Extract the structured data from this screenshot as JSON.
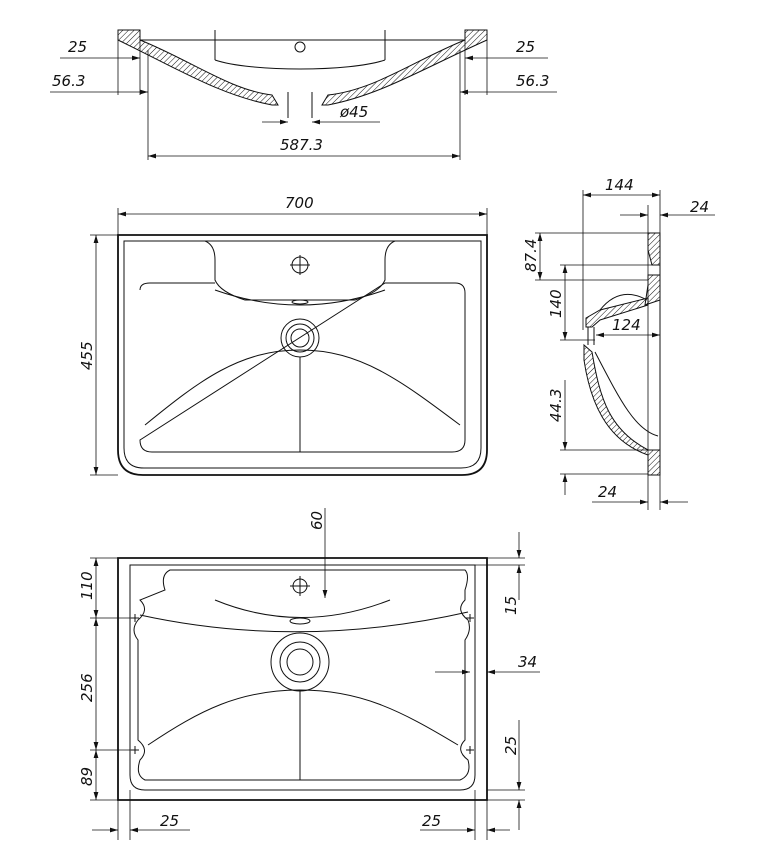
{
  "section_view": {
    "dims": {
      "rim_left": "25",
      "rim_right": "25",
      "offset_left": "56.3",
      "offset_right": "56.3",
      "drain_diameter": "ø45",
      "inner_width": "587.3"
    }
  },
  "plan_view": {
    "dims": {
      "width": "700",
      "depth": "455"
    }
  },
  "side_view": {
    "dims": {
      "depth": "144",
      "top_thickness": "24",
      "deck_height": "87.4",
      "tap_offset": "140",
      "drain_depth": "124",
      "bottom_height": "44.3",
      "bottom_thickness": "24"
    }
  },
  "bottom_view": {
    "dims": {
      "tap_distance": "60",
      "front_offset": "110",
      "right_offset": "15",
      "mount_spacing": "256",
      "side_inset": "34",
      "rear_right": "25",
      "rear_offset": "89",
      "left_edge": "25",
      "right_edge": "25"
    }
  }
}
